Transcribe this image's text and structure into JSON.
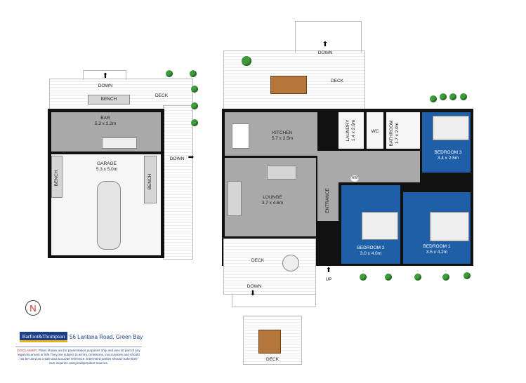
{
  "brand": {
    "logo_text": "Barfoot&Thompson",
    "address": "56 Lantana Road, Green Bay"
  },
  "disclaimer": {
    "label": "DISCLAIMER:",
    "text": "Plans shown are for presentation purposes only and are not part of any legal document or title.They are subject to errors, omissions, inaccuracies and should not be used as a sole and accurate reference. Interested parties should make their own inquiries using independent sources."
  },
  "compass": {
    "label": "N"
  },
  "rooms": {
    "bar": {
      "name": "BAR",
      "size": "5.3 x 2.2m"
    },
    "garage": {
      "name": "GARAGE",
      "size": "5.3 x 5.0m"
    },
    "kitchen": {
      "name": "KITCHEN",
      "size": "5.7 x 2.5m"
    },
    "lounge": {
      "name": "LOUNGE",
      "size": "3.7 x 4.6m"
    },
    "laundry": {
      "name": "LAUNDRY",
      "size": "1.4 x 2.0m"
    },
    "wc": {
      "name": "WC"
    },
    "bathroom": {
      "name": "BATHROOM",
      "size": "1.7 x 2.0m"
    },
    "bedroom3": {
      "name": "BEDROOM 3",
      "size": "3.4 x 2.5m"
    },
    "bedroom2": {
      "name": "BEDROOM 2",
      "size": "3.0 x 4.0m"
    },
    "bedroom1": {
      "name": "BEDROOM 1",
      "size": "3.5 x 4.2m"
    },
    "entrance": {
      "name": "ENTRANCE"
    },
    "hw": {
      "name": "HW"
    }
  },
  "labels": {
    "deck": "DECK",
    "down": "DOWN",
    "up": "UP",
    "bench": "BENCH"
  },
  "colors": {
    "bedroom": "#1f5fa8",
    "living": "#a9a9a9",
    "tree": "#3f9a3a"
  }
}
